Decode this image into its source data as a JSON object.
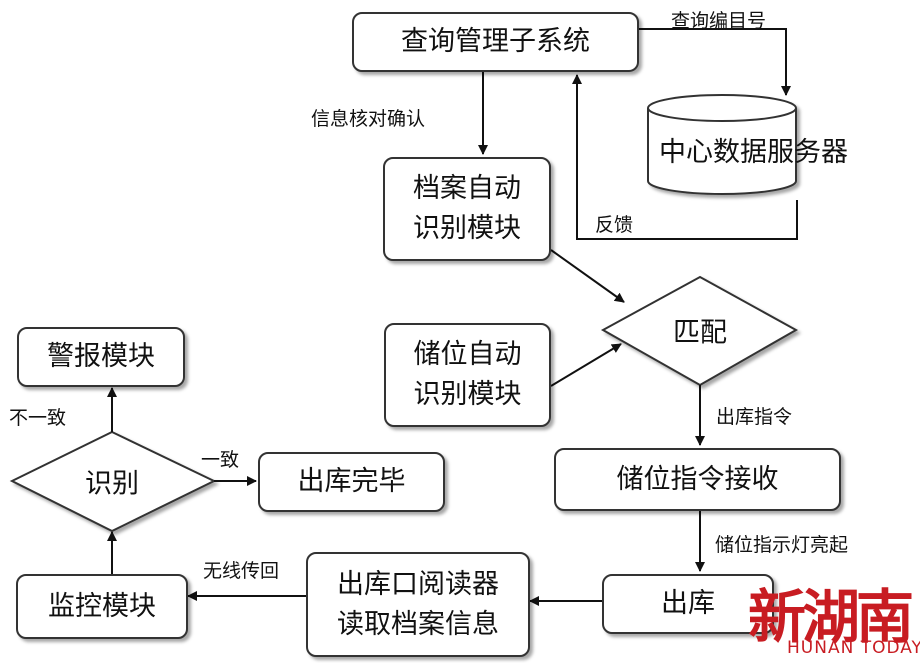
{
  "nodes": {
    "query_system": "查询管理子系统",
    "central_server": "中心数据服务器",
    "archive_recog_line1": "档案自动",
    "archive_recog_line2": "识别模块",
    "storage_recog_line1": "储位自动",
    "storage_recog_line2": "识别模块",
    "match": "匹配",
    "alarm": "警报模块",
    "identify": "识别",
    "outbound_complete": "出库完毕",
    "storage_receive": "储位指令接收",
    "monitor": "监控模块",
    "reader_line1": "出库口阅读器",
    "reader_line2": "读取档案信息",
    "outbound": "出库"
  },
  "edges": {
    "query_number": "查询编目号",
    "info_verify": "信息核对确认",
    "feedback": "反馈",
    "outbound_command": "出库指令",
    "light_on": "储位指示灯亮起",
    "wireless_return": "无线传回",
    "inconsistent": "不一致",
    "consistent": "一致"
  },
  "watermark": {
    "title": "新湖南",
    "subtitle": "HUNAN TODAY",
    "color": "#c81c22"
  }
}
